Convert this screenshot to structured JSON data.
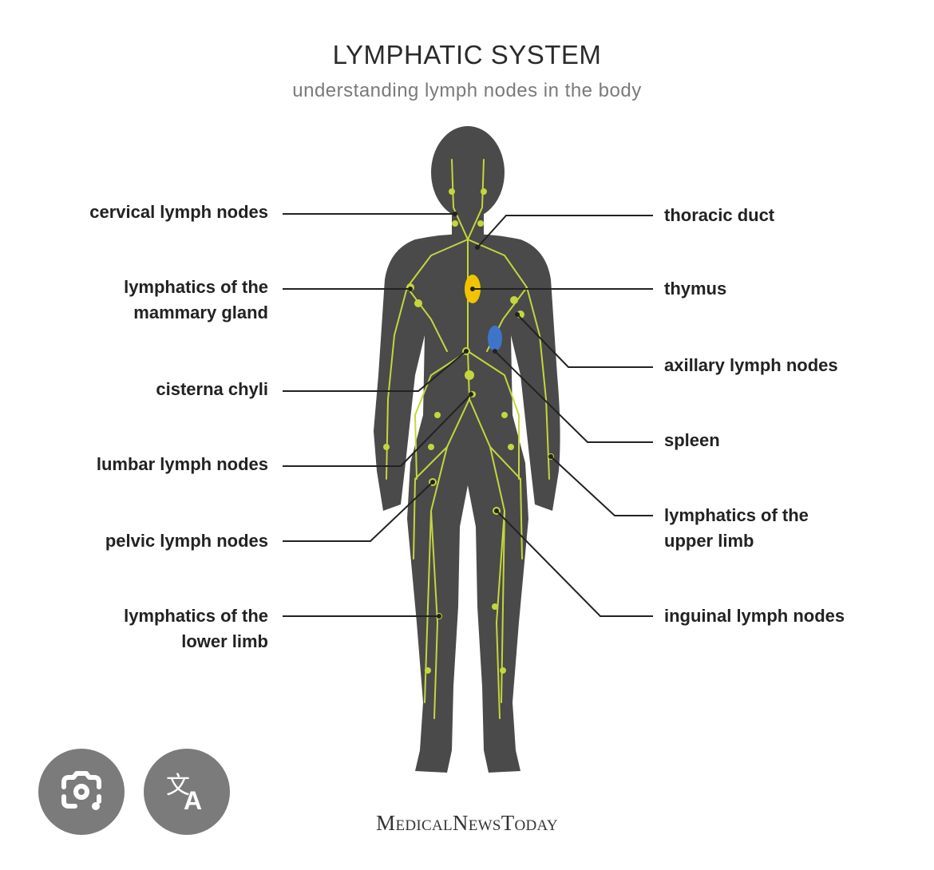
{
  "header": {
    "title": "LYMPHATIC SYSTEM",
    "subtitle": "understanding lymph nodes in the body"
  },
  "labels_left": [
    {
      "id": "cervical",
      "lines": [
        "cervical lymph nodes"
      ]
    },
    {
      "id": "mammary",
      "lines": [
        "lymphatics of the",
        "mammary gland"
      ]
    },
    {
      "id": "cisterna",
      "lines": [
        "cisterna chyli"
      ]
    },
    {
      "id": "lumbar",
      "lines": [
        "lumbar lymph nodes"
      ]
    },
    {
      "id": "pelvic",
      "lines": [
        "pelvic lymph nodes"
      ]
    },
    {
      "id": "lower-limb",
      "lines": [
        "lymphatics of the",
        "lower limb"
      ]
    }
  ],
  "labels_right": [
    {
      "id": "thoracic",
      "lines": [
        "thoracic duct"
      ]
    },
    {
      "id": "thymus",
      "lines": [
        "thymus"
      ]
    },
    {
      "id": "axillary",
      "lines": [
        "axillary lymph nodes"
      ]
    },
    {
      "id": "spleen",
      "lines": [
        "spleen"
      ]
    },
    {
      "id": "upper-limb",
      "lines": [
        "lymphatics of the",
        "upper limb"
      ]
    },
    {
      "id": "inguinal",
      "lines": [
        "inguinal lymph nodes"
      ]
    }
  ],
  "brand": {
    "part1": "Medical",
    "part2": "News",
    "part3": "Today"
  },
  "colors": {
    "body": "#4a4a4a",
    "lymph": "#c5d63c",
    "thymus": "#f2c400",
    "spleen": "#3f74c9",
    "leader": "#222222",
    "fab": "#7b7b7b"
  },
  "fabs": {
    "lens": "lens-icon",
    "translate": "translate-icon"
  }
}
